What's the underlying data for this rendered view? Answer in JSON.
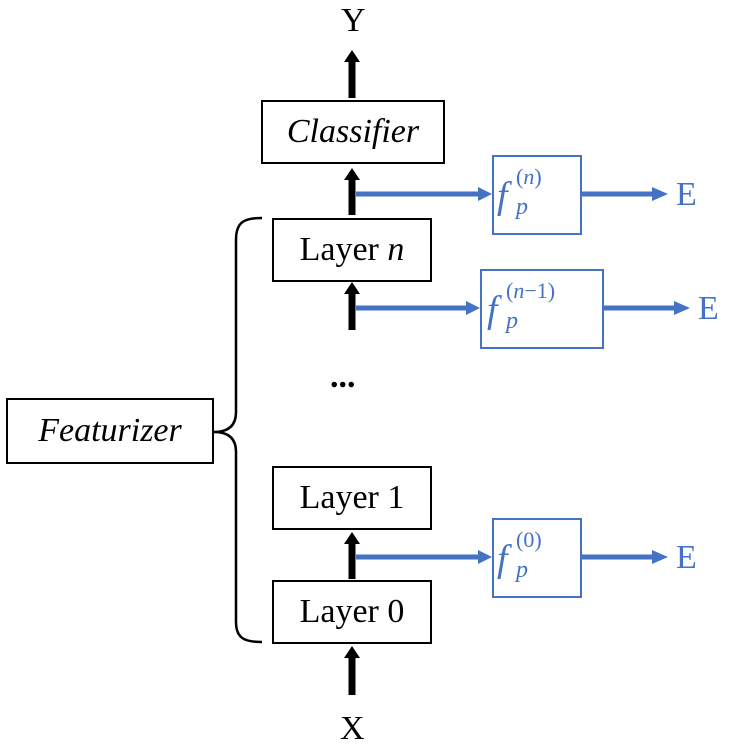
{
  "output_label": "Y",
  "input_label": "X",
  "classifier": "Classifier",
  "featurizer": "Featurizer",
  "layers": {
    "top_prefix": "Layer ",
    "top_var": "n",
    "layer1": "Layer 1",
    "layer0": "Layer 0"
  },
  "ellipsis": "...",
  "probes": [
    {
      "f": "f",
      "sub": "p",
      "sup_open": "(",
      "sup_var": "n",
      "sup_rest": "",
      "sup_close": ")",
      "target": "E"
    },
    {
      "f": "f",
      "sub": "p",
      "sup_open": "(",
      "sup_var": "n",
      "sup_rest": "−1",
      "sup_close": ")",
      "target": "E"
    },
    {
      "f": "f",
      "sub": "p",
      "sup_open": "(",
      "sup_var": "",
      "sup_rest": "0",
      "sup_close": ")",
      "target": "E"
    }
  ],
  "colors": {
    "probe_blue": "#4472c4",
    "black": "#000000"
  }
}
